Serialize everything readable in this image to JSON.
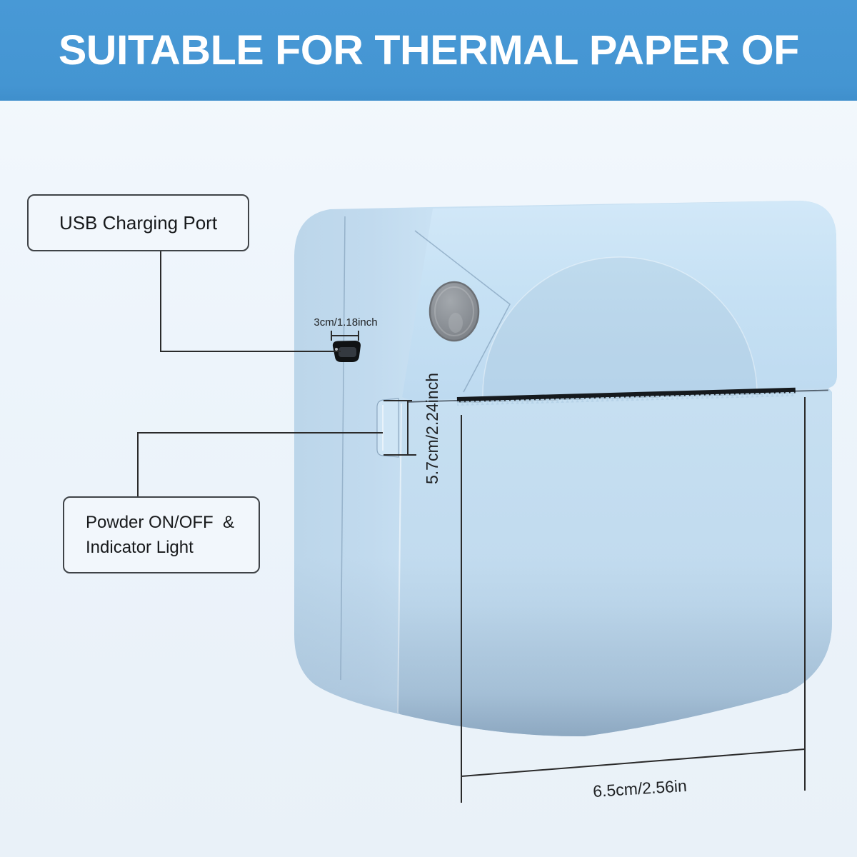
{
  "banner": {
    "title": "SUITABLE FOR THERMAL PAPER OF",
    "bg_color": "#4495d2",
    "text_color": "#ffffff"
  },
  "callouts": {
    "usb_port": {
      "label": "USB Charging Port"
    },
    "power_button": {
      "label": "Powder ON/OFF  &\nIndicator Light"
    }
  },
  "dimensions": {
    "usb_width": "3cm/1.18inch",
    "paper_slot_width": "5.7cm/2.24inch",
    "body_width": "6.5cm/2.56in"
  },
  "device": {
    "type": "mini portable thermal printer",
    "body_color": "#c5dff2",
    "side_color": "#bed8ec",
    "lens_color": "#8a8f95",
    "tear_bar_color": "#15191d",
    "annotation_line_color": "#2a2a2a"
  }
}
